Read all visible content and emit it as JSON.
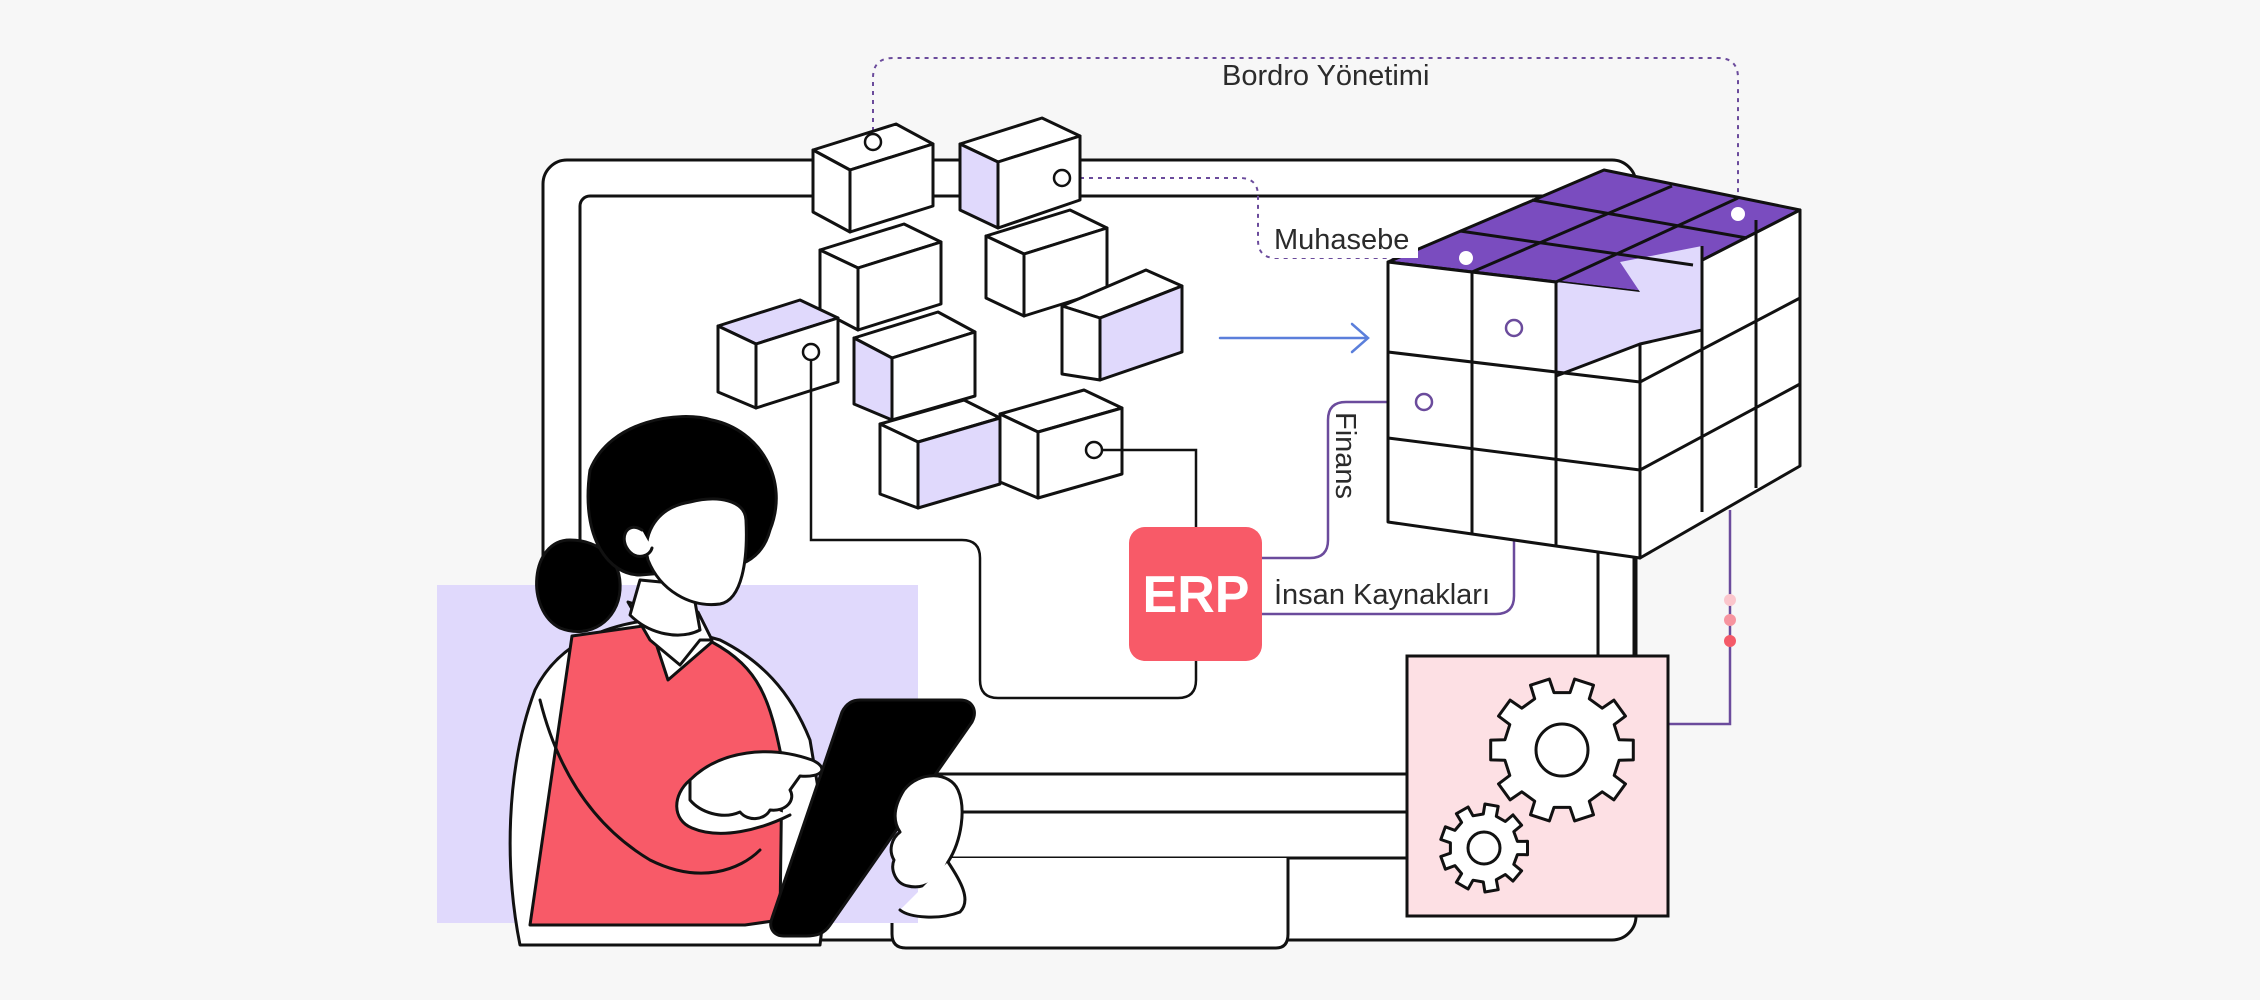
{
  "labels": {
    "bordro": "Bordro Yönetimi",
    "muhasebe": "Muhasebe",
    "finans": "Finans",
    "insan_kaynaklari": "İnsan Kaynakları",
    "erp": "ERP"
  },
  "colors": {
    "background": "#f7f7f7",
    "erp_red": "#f85a68",
    "accent_purple": "#7a4cbf",
    "light_lavender": "#e0d9fc",
    "pale_pink": "#fde0e4",
    "connector_purple": "#6b4b9c",
    "arrow_blue": "#5b7fdb",
    "ink": "#111111"
  },
  "icons": [
    "gear-icon",
    "tablet-icon",
    "arrow-right-icon"
  ]
}
